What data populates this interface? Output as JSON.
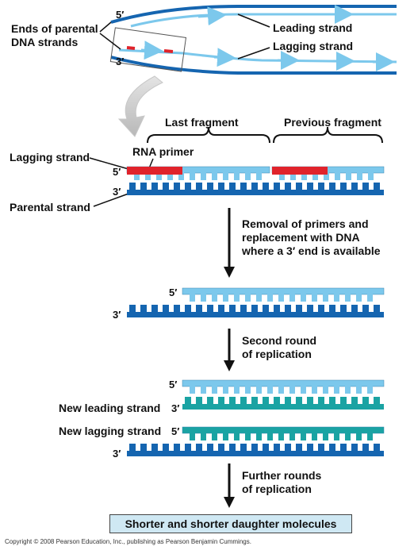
{
  "colors": {
    "parental": "#1565b0",
    "new_dna": "#7cc8ec",
    "new_dna_light": "#9fd6f1",
    "rna_primer": "#e0232b",
    "teal": "#1aa3a3",
    "arrow_gray": "#c8c8c8"
  },
  "top": {
    "label_parental_ends": "Ends of parental\nDNA strands",
    "label_leading": "Leading strand",
    "label_lagging": "Lagging strand",
    "prime_5": "5′",
    "prime_3": "3′"
  },
  "section1": {
    "last_fragment": "Last fragment",
    "previous_fragment": "Previous fragment",
    "rna_primer": "RNA primer",
    "lagging_strand": "Lagging strand",
    "parental_strand": "Parental strand",
    "prime_5": "5′",
    "prime_3": "3′"
  },
  "steps": {
    "step1": "Removal of primers and\nreplacement with DNA\nwhere a 3′ end is available",
    "step2": "Second round\nof replication",
    "step3": "Further rounds\nof replication"
  },
  "section2": {
    "prime_5": "5′",
    "prime_3": "3′"
  },
  "section3": {
    "new_leading": "New leading strand",
    "new_lagging": "New lagging strand",
    "prime_5a": "5′",
    "prime_3a": "3′",
    "prime_5b": "5′",
    "prime_3b": "3′"
  },
  "result": "Shorter and shorter daughter molecules",
  "copyright": "Copyright © 2008 Pearson Education, Inc., publishing as Pearson Benjamin Cummings."
}
